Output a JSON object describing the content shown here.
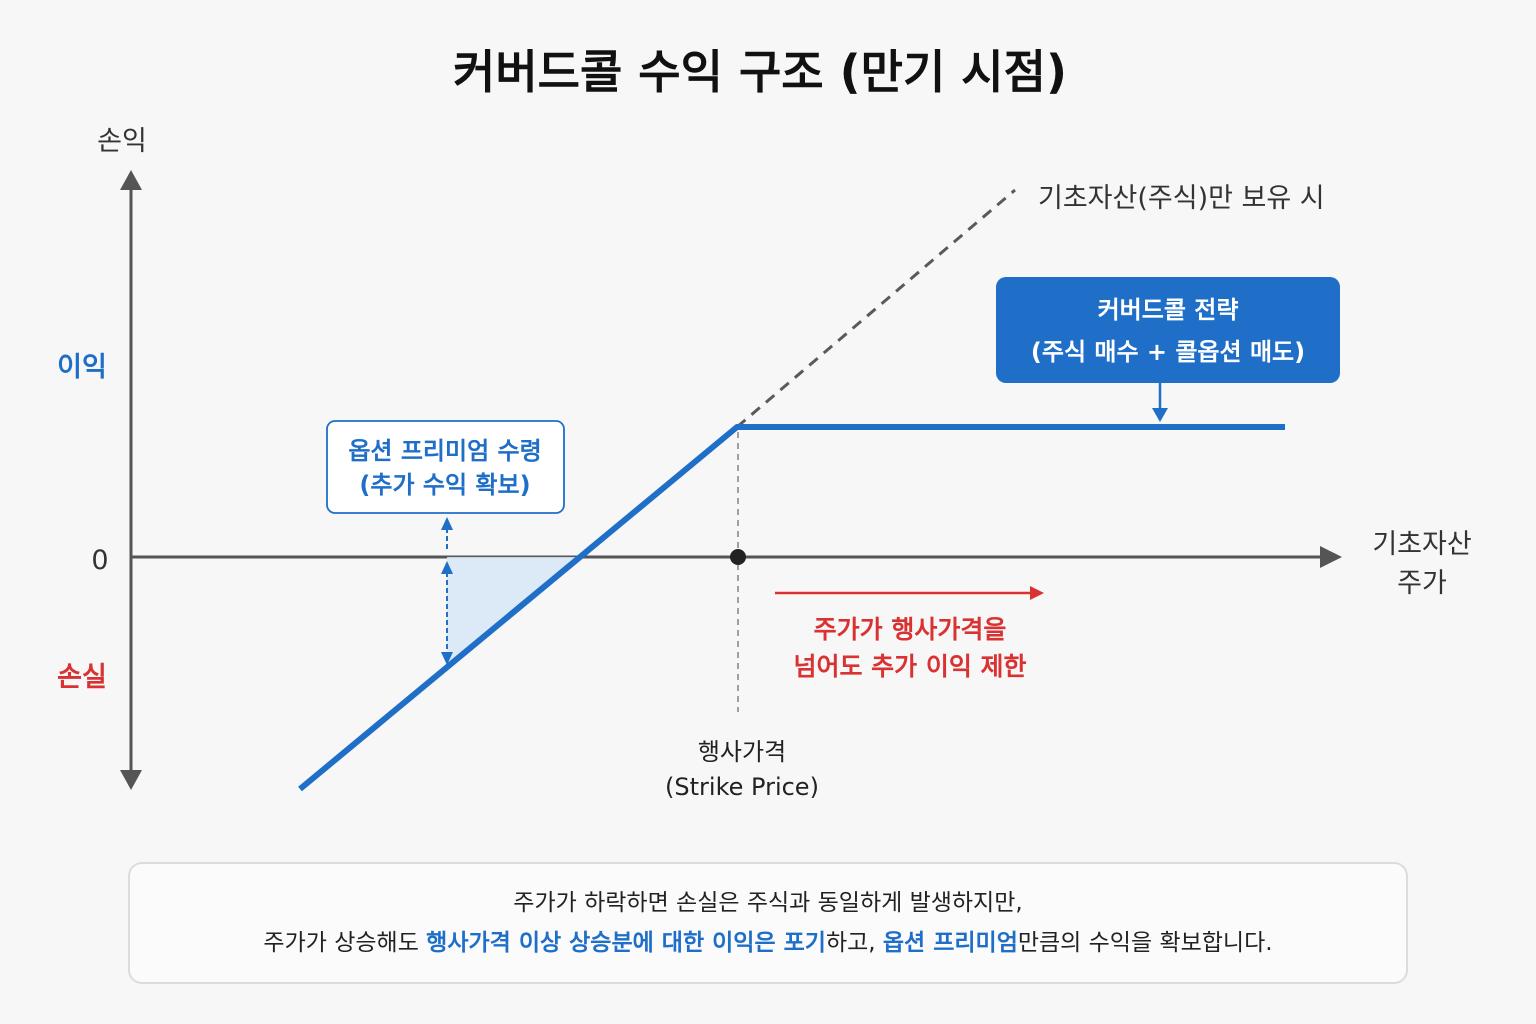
{
  "title": "커버드콜 수익 구조 (만기 시점)",
  "axes": {
    "y_label": "손익",
    "profit_label": "이익",
    "loss_label": "손실",
    "zero_label": "0",
    "x_label_line1": "기초자산",
    "x_label_line2": "주가"
  },
  "stock_only_label": "기초자산(주식)만 보유 시",
  "strategy_box": {
    "line1": "커버드콜 전략",
    "line2": "(주식 매수 + 콜옵션 매도)"
  },
  "premium_box": {
    "line1": "옵션 프리미엄 수령",
    "line2": "(추가 수익 확보)"
  },
  "cap_note": {
    "line1": "주가가 행사가격을",
    "line2": "넘어도 추가 이익 제한"
  },
  "strike": {
    "line1": "행사가격",
    "line2": "(Strike Price)"
  },
  "summary": {
    "line1": "주가가 하락하면 손실은 주식과 동일하게 발생하지만,",
    "line2_a": "주가가 상승해도 ",
    "line2_hl1": "행사가격 이상 상승분에 대한 이익은 포기",
    "line2_b": "하고, ",
    "line2_hl2": "옵션 프리미엄",
    "line2_c": "만큼의 수익을 확보합니다."
  },
  "colors": {
    "strategy_blue": "#1f6fc8",
    "loss_red": "#d93232",
    "profit_blue": "#1f6fc8",
    "axis_gray": "#555555",
    "dashed_gray": "#5a5a5a",
    "premium_fill": "#d8e8f6"
  }
}
